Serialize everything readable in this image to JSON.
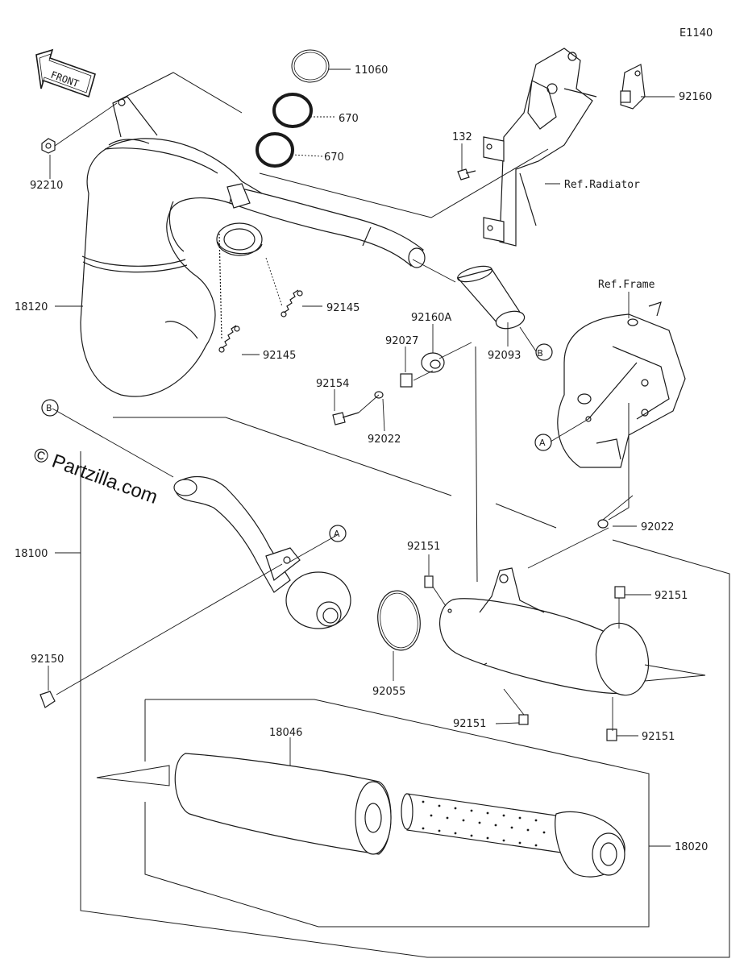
{
  "diagram_code": "E1140",
  "watermark": "© Partzilla.com",
  "front_label": "FRONT",
  "refs": {
    "radiator": "Ref.Radiator",
    "frame": "Ref.Frame"
  },
  "markers": {
    "a": "A",
    "b": "B"
  },
  "parts": {
    "p11060": "11060",
    "p670a": "670",
    "p670b": "670",
    "p92160": "92160",
    "p132": "132",
    "p92210": "92210",
    "p18120": "18120",
    "p92145a": "92145",
    "p92145b": "92145",
    "p92093": "92093",
    "p92160A": "92160A",
    "p92027": "92027",
    "p92154": "92154",
    "p92022a": "92022",
    "p92022b": "92022",
    "p18100": "18100",
    "p92150": "92150",
    "p92151a": "92151",
    "p92151b": "92151",
    "p92151c": "92151",
    "p92151d": "92151",
    "p92055": "92055",
    "p18046": "18046",
    "p18020": "18020"
  }
}
